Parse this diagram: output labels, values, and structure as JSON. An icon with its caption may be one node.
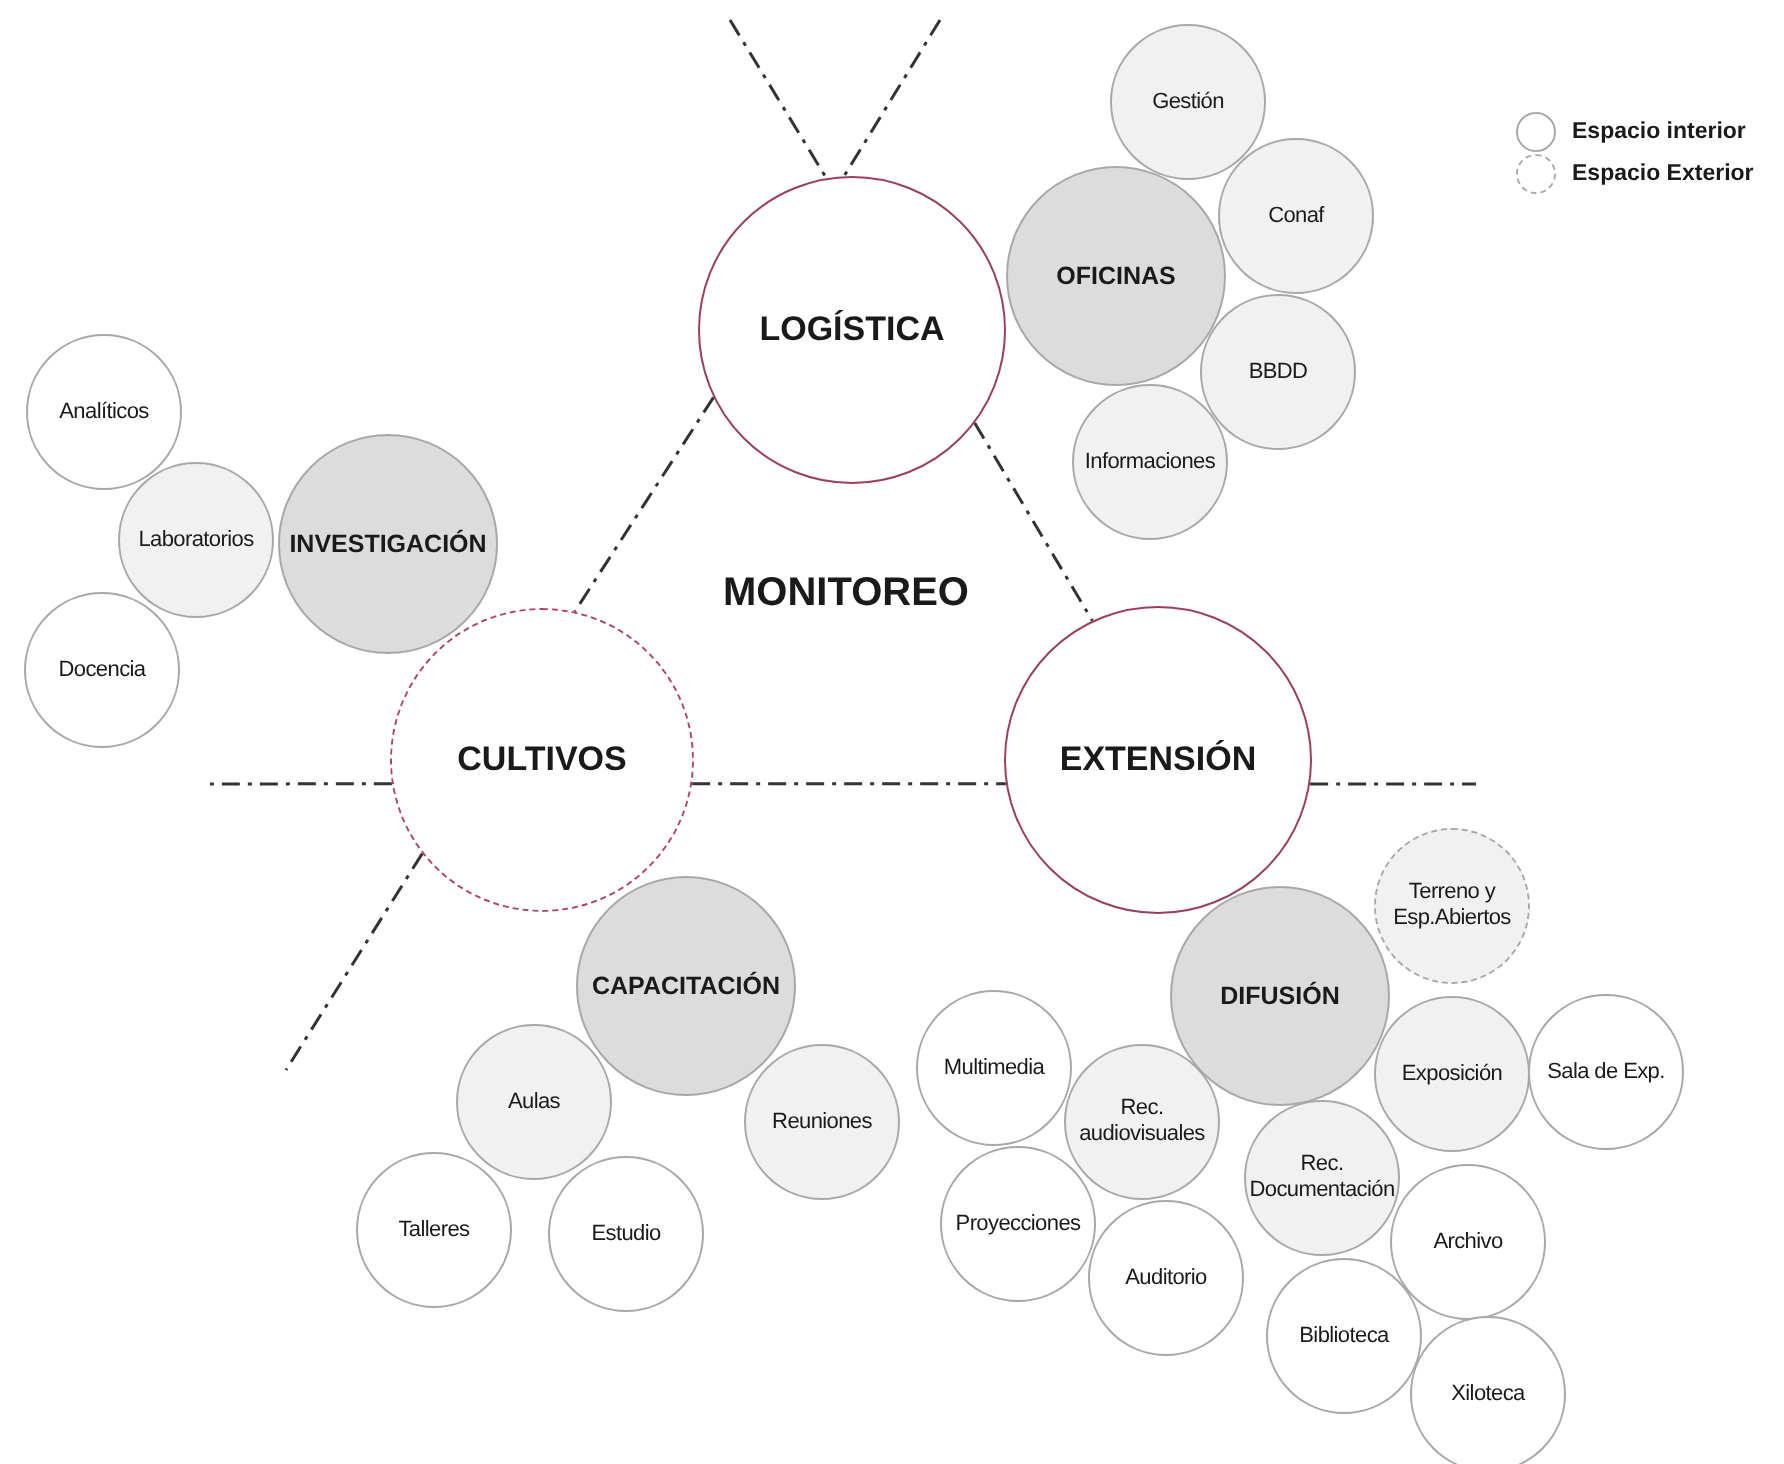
{
  "diagram": {
    "nodes": [
      {
        "text": [
          "LOGÍSTICA"
        ]
      },
      {
        "text": [
          "Gestión"
        ]
      },
      {
        "text": [
          "OFICINAS"
        ]
      },
      {
        "text": [
          "Conaf"
        ]
      },
      {
        "text": [
          "BBDD"
        ]
      },
      {
        "text": [
          "Informaciones"
        ]
      },
      {
        "text": [
          "Analíticos"
        ]
      },
      {
        "text": [
          "Laboratorios"
        ]
      },
      {
        "text": [
          "INVESTIGACIÓN"
        ]
      },
      {
        "text": [
          "Docencia"
        ]
      },
      {
        "text": [
          "CULTIVOS"
        ]
      },
      {
        "text": [
          "EXTENSIÓN"
        ]
      },
      {
        "text": [
          "Terreno y Esp.Abiertos"
        ]
      },
      {
        "text": [
          "CAPACITACIÓN"
        ]
      },
      {
        "text": [
          "DIFUSIÓN"
        ]
      },
      {
        "text": [
          "Multimedia"
        ]
      },
      {
        "text": [
          "Exposición"
        ]
      },
      {
        "text": [
          "Sala de Exp."
        ]
      },
      {
        "text": [
          "Rec. audiovisuales"
        ]
      },
      {
        "text": [
          "Aulas"
        ]
      },
      {
        "text": [
          "Reuniones"
        ]
      },
      {
        "text": [
          "Rec. Documentación"
        ]
      },
      {
        "text": [
          "Proyecciones"
        ]
      },
      {
        "text": [
          "Talleres"
        ]
      },
      {
        "text": [
          "Estudio"
        ]
      },
      {
        "text": [
          "Auditorio"
        ]
      },
      {
        "text": [
          "Archivo"
        ]
      },
      {
        "text": [
          "Biblioteca"
        ]
      },
      {
        "text": [
          "Xiloteca"
        ]
      }
    ],
    "edges": [
      {
        "from": null,
        "to": 0,
        "arrow": "none",
        "style": "dashed"
      },
      {
        "from": null,
        "to": 0,
        "arrow": "none",
        "style": "dashed"
      },
      {
        "from": 0,
        "to": 10,
        "arrow": "none",
        "style": "dashed"
      },
      {
        "from": 0,
        "to": 11,
        "arrow": "none",
        "style": "dashed"
      },
      {
        "from": 10,
        "to": 11,
        "arrow": "none",
        "style": "dashed"
      },
      {
        "from": 10,
        "to": null,
        "arrow": "none",
        "style": "dashed"
      },
      {
        "from": 10,
        "to": null,
        "arrow": "none",
        "style": "dashed"
      },
      {
        "from": 11,
        "to": null,
        "arrow": "none",
        "style": "dashed"
      }
    ],
    "labels": [
      "MONITOREO"
    ],
    "legend": [
      {
        "text": "Espacio interior"
      },
      {
        "text": "Espacio Exterior"
      }
    ]
  }
}
